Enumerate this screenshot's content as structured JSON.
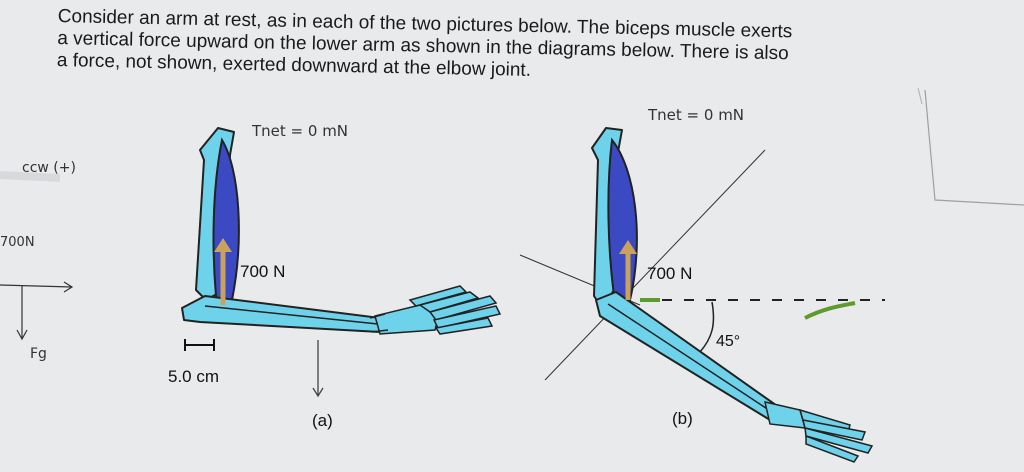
{
  "problem": {
    "line1": "Consider an arm at rest, as in each of the two pictures below. The biceps muscle exerts",
    "line2": "a vertical force upward on the lower arm as shown in the diagrams below. There is also",
    "line3": "a force, not shown, exerted downward at the elbow joint."
  },
  "diagram_a": {
    "force_label": "700 N",
    "distance_label": "5.0 cm",
    "caption": "(a)",
    "torque_note": "Tnet = 0 mN"
  },
  "diagram_b": {
    "force_label": "700 N",
    "angle_label": "45°",
    "caption": "(b)",
    "torque_note": "Tnet = 0 mN"
  },
  "margin_notes": {
    "ccw": "ccw (+)",
    "force": "700N",
    "fg": "Fg"
  },
  "colors": {
    "bone": "#6ed3ea",
    "muscle": "#3b49c2",
    "arrow": "#c9a25e",
    "outline": "#222222"
  }
}
